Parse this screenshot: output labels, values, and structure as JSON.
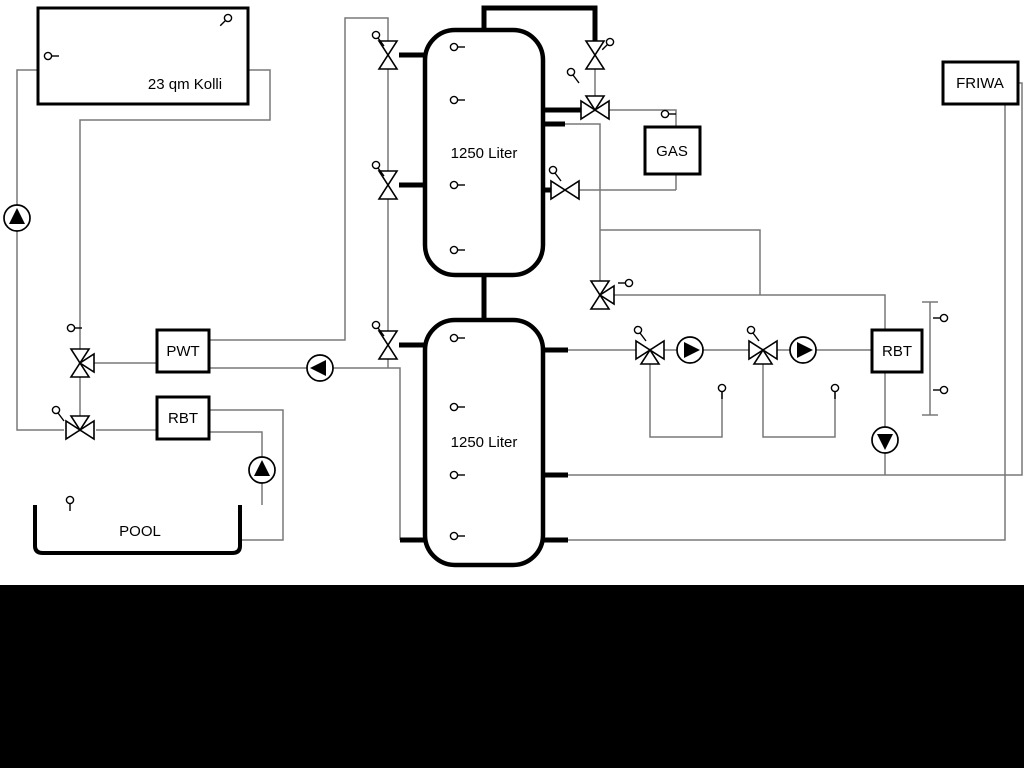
{
  "labels": {
    "collector": "23 qm Kolli",
    "tank_top": "1250 Liter",
    "tank_bottom": "1250 Liter",
    "pwt": "PWT",
    "rbt_left": "RBT",
    "rbt_right": "RBT",
    "gas": "GAS",
    "friwa": "FRIWA",
    "pool": "POOL"
  },
  "components": {
    "pump_count": 6,
    "valve_count": 11,
    "sensor_count": 18,
    "tank_count": 2
  },
  "colors": {
    "pipe": "#787878",
    "trunk": "#000000",
    "symbol_stroke": "#000000",
    "diagram_background": "#ffffff",
    "page_background": "#000000"
  }
}
